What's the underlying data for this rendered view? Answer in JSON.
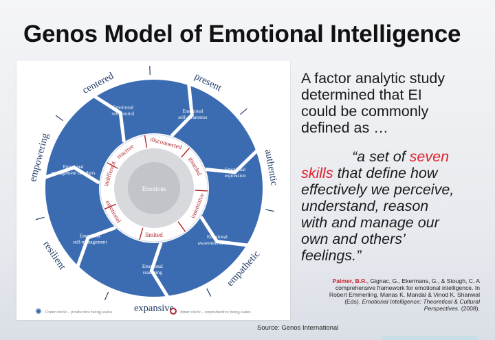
{
  "title": "Genos Model of Emotional Intelligence",
  "colors": {
    "ring_blue": "#3b6cb2",
    "inner_maroon": "#b0262c",
    "highlight_red": "#e0202a",
    "text_dark": "#1a1a1a"
  },
  "diagram": {
    "outer_ring_words": [
      "centered",
      "present",
      "authentic",
      "empathetic",
      "expansive",
      "resilient",
      "empowering"
    ],
    "skills": [
      "Emotional self-control",
      "Emotional self-awareness",
      "Emotional expression",
      "Emotional awareness of others",
      "Emotional reasoning",
      "Emotional self-management",
      "Emotional management of others"
    ],
    "inner_ring_words": [
      "reactive",
      "disconnected",
      "guarded",
      "insensitive",
      "limited",
      "emotional",
      "indifferent"
    ],
    "center_label": "Emotions",
    "legend": {
      "outer": "Outer circle – productive being states",
      "inner": "Inner circle – unproductive being states"
    }
  },
  "intro": {
    "lines": [
      "A factor analytic study",
      "determined that EI",
      "could be commonly",
      "defined as …"
    ]
  },
  "quote": {
    "open_mark": "“a set of",
    "highlight_1": "seven",
    "highlight_2": "skills",
    "rest_1": "that define how",
    "lines": [
      "effectively we perceive,",
      "understand, reason",
      "with and manage our",
      "own and others’",
      "feelings.”"
    ]
  },
  "reference": {
    "author": "Palmer, B.R.",
    "line1_rest": ", Gignac, G., Ekermans, G., & Stough, C. A",
    "line2": "comprehensive framework for emotional intelligence. In",
    "line3": "Robert Emmerling, Manas K. Mandal & Vinod K. Shanwal",
    "line4_plain": "(Eds).",
    "line4_ital": "Emotional Intelligence: Theoretical & Cultural",
    "line5_ital": "Perspectives.",
    "line5_plain": "(2008)."
  },
  "source": "Source: Genos International"
}
